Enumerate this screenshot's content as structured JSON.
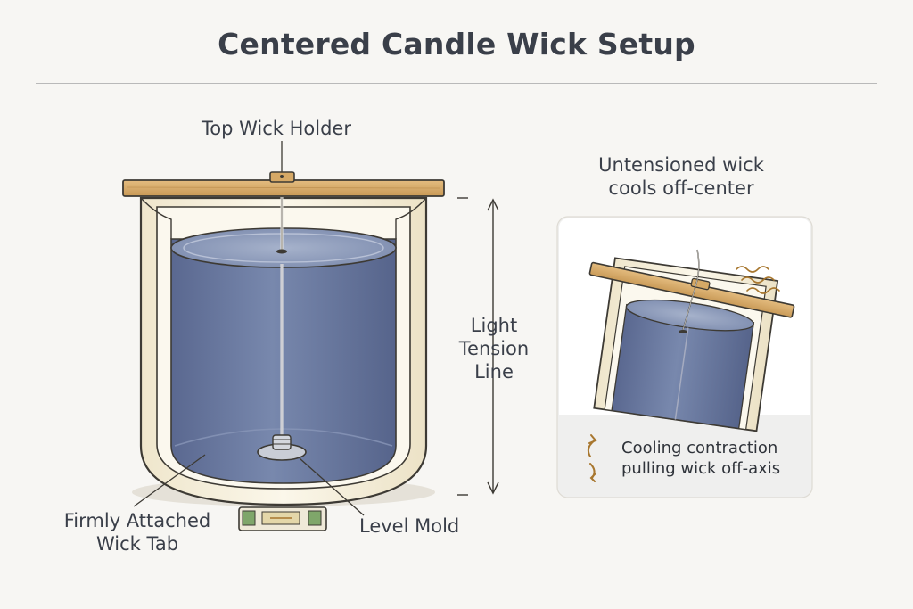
{
  "title": "Centered Candle Wick Setup",
  "labels": {
    "top_wick_holder": "Top Wick Holder",
    "light_tension_line": [
      "Light",
      "Tension",
      "Line"
    ],
    "firmly_attached_wick_tab": [
      "Firmly Attached",
      "Wick Tab"
    ],
    "level_mold": "Level Mold",
    "untensioned": [
      "Untensioned wick",
      "cools off-center"
    ],
    "cooling": [
      "Cooling contraction",
      "pulling wick off-axis"
    ]
  },
  "colors": {
    "wax": "#6e7ea3",
    "wax_dark": "#5d6c92",
    "mold_cream": "#f6f0de",
    "wood": "#d8ae6e",
    "accent_brown": "#a8772f",
    "green_level": "#7fa66a"
  },
  "icons": [
    "curved-arrows-icon",
    "heat-waves-icon"
  ]
}
